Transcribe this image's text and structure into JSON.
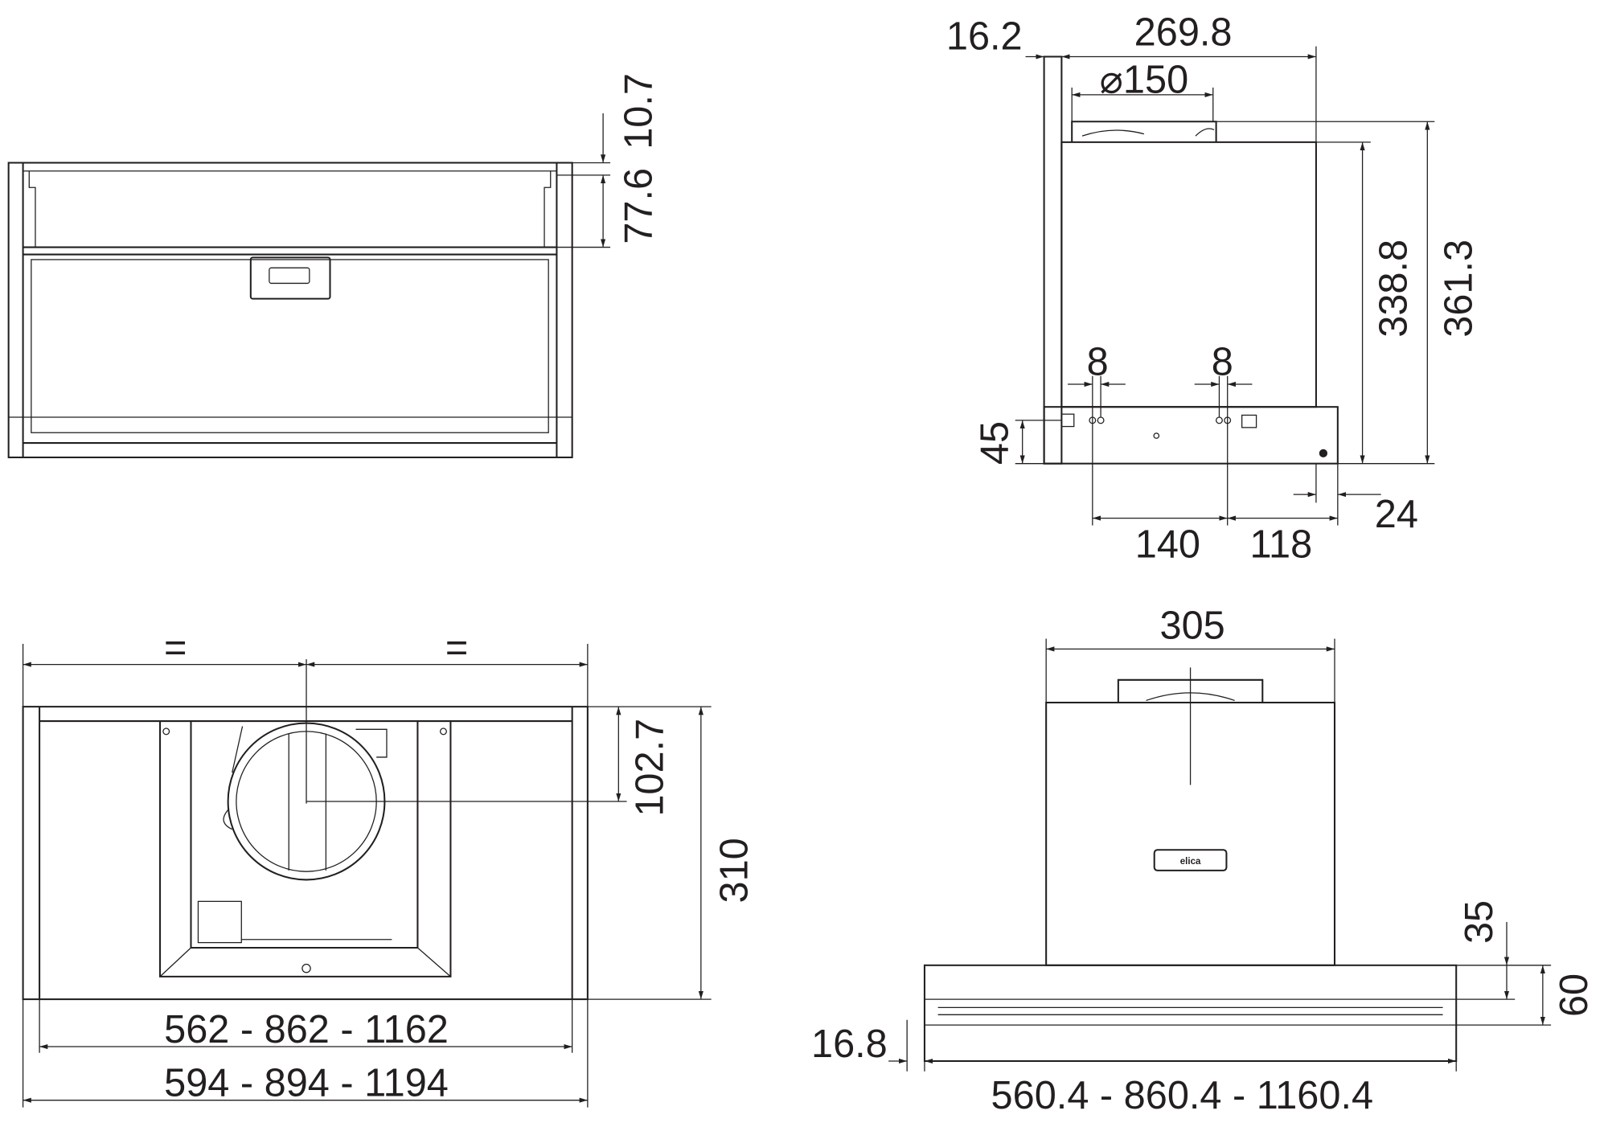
{
  "dimensions": {
    "front_hidden": {
      "top_offset": "10.7",
      "top_band": "77.6"
    },
    "side": {
      "wall_gap": "16.2",
      "depth": "269.8",
      "duct": "⌀150",
      "body_height": "338.8",
      "total_height": "361.3",
      "hole_left": "8",
      "hole_right": "8",
      "bottom_height": "45",
      "hole_spacing": "140",
      "hole_to_front": "118",
      "front_offset": "24"
    },
    "plan": {
      "equal_left": "=",
      "equal_right": "=",
      "duct_offset": "102.7",
      "depth": "310",
      "inner_widths": "562 - 862 - 1162",
      "outer_widths": "594 - 894 - 1194"
    },
    "front": {
      "chimney_width": "305",
      "canopy_top": "35",
      "canopy_height": "60",
      "side_offset": "16.8",
      "canopy_widths": "560.4 - 860.4 - 1160.4"
    }
  },
  "logo_text": "elica",
  "colors": {
    "line": "#231f20",
    "background": "#ffffff"
  }
}
